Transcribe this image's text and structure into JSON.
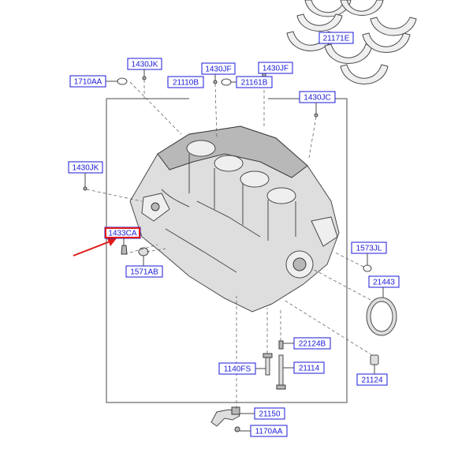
{
  "labels": {
    "p21171E": "21171E",
    "p1430JK_top": "1430JK",
    "p1430JF_left": "1430JF",
    "p1430JF_right": "1430JF",
    "p1710AA": "1710AA",
    "p21110B": "21110B",
    "p21161B": "21161B",
    "p1430JC": "1430JC",
    "p1430JK_mid": "1430JK",
    "p1433CA": "1433CA",
    "p1571AB": "1571AB",
    "p1573JL": "1573JL",
    "p21443": "21443",
    "p22124B": "22124B",
    "p1140FS": "1140FS",
    "p21114": "21114",
    "p21124": "21124",
    "p21150": "21150",
    "p1170AA": "1170AA"
  },
  "colors": {
    "label_text": "#1a1ad8",
    "highlight": "#e01a1a",
    "part_fill": "#dedede"
  }
}
